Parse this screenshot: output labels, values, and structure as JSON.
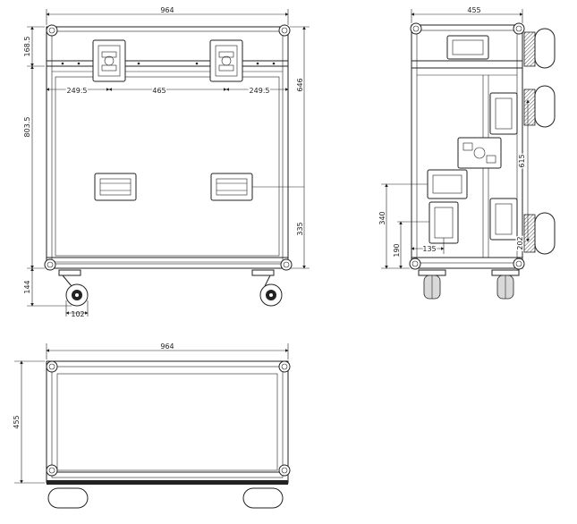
{
  "front": {
    "width": "964",
    "height_total": "646",
    "lid_height": "168.5",
    "body_height": "803.5",
    "handle_spacing_left": "249.5",
    "handle_spacing_mid": "465",
    "handle_spacing_right": "249.5",
    "side_handle_height": "335",
    "caster_height": "144",
    "caster_offset": "102"
  },
  "side": {
    "depth": "455",
    "handle_height_615": "615",
    "handle_height_340": "340",
    "handle_height_190": "190",
    "handle_offset_135": "135",
    "handle_height_202": "202"
  },
  "top": {
    "width": "964",
    "depth": "455"
  },
  "colors": {
    "line": "#222222",
    "background": "#ffffff"
  }
}
